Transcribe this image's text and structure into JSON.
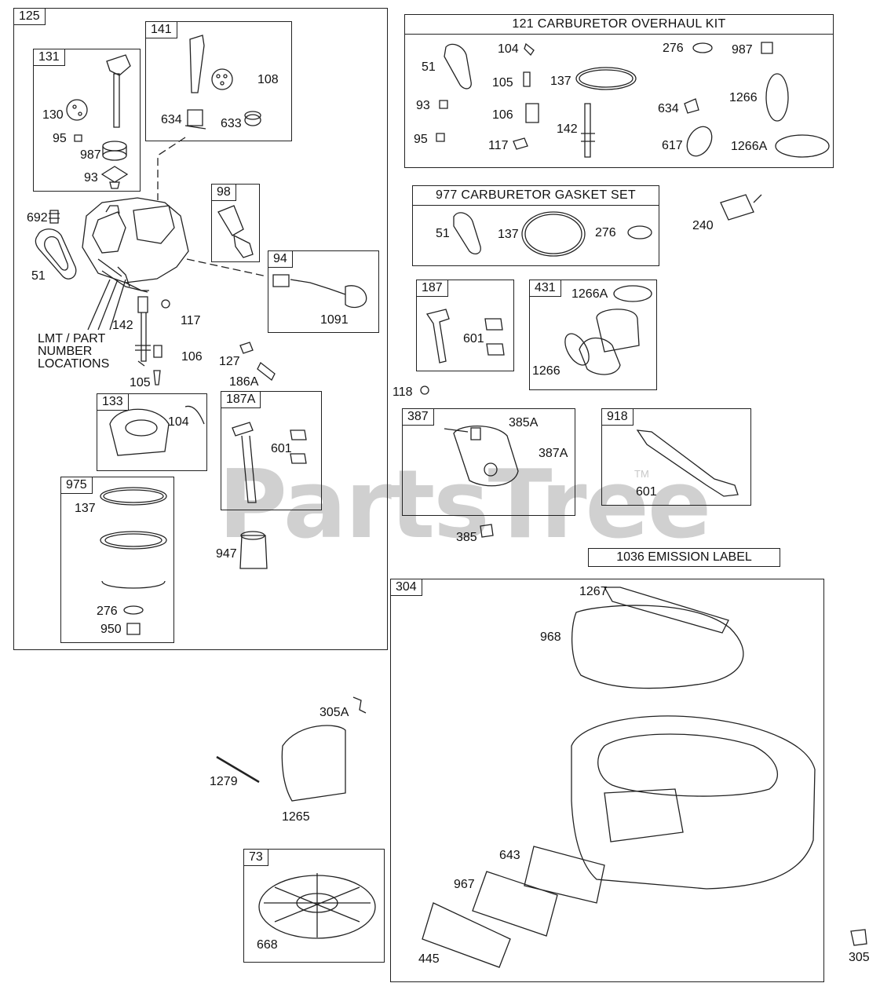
{
  "watermark": {
    "text": "PartsTree",
    "tm": "TM"
  },
  "groups": {
    "g125": "125",
    "g141": "141",
    "g131": "131",
    "g98": "98",
    "g94": "94",
    "g133": "133",
    "g187A": "187A",
    "g975": "975",
    "g73": "73",
    "g187": "187",
    "g431": "431",
    "g387": "387",
    "g918": "918",
    "g304": "304"
  },
  "kits": {
    "overhaul": "121 CARBURETOR OVERHAUL KIT",
    "gasket": "977 CARBURETOR GASKET SET",
    "emission": "1036 EMISSION LABEL"
  },
  "note": {
    "line1": "LMT / PART",
    "line2": "NUMBER",
    "line3": "LOCATIONS"
  },
  "parts": {
    "p108": "108",
    "p634a": "634",
    "p633": "633",
    "p130": "130",
    "p95a": "95",
    "p987a": "987",
    "p93a": "93",
    "p692": "692",
    "p51a": "51",
    "p142a": "142",
    "p117a": "117",
    "p106a": "106",
    "p105a": "105",
    "p127": "127",
    "p186A": "186A",
    "p1091": "1091",
    "p104a": "104",
    "p601a": "601",
    "p137a": "137",
    "p276a": "276",
    "p950": "950",
    "p947": "947",
    "o104": "104",
    "o276": "276",
    "o987": "987",
    "o51": "51",
    "o105": "105",
    "o137": "137",
    "o1266": "1266",
    "o93": "93",
    "o106": "106",
    "o634": "634",
    "o95": "95",
    "o117": "117",
    "o142": "142",
    "o617": "617",
    "o1266A": "1266A",
    "g51": "51",
    "g137": "137",
    "g276": "276",
    "p240": "240",
    "p601b": "601",
    "p1266A": "1266A",
    "p1266": "1266",
    "p118": "118",
    "p385A": "385A",
    "p387A": "387A",
    "p385": "385",
    "p601c": "601",
    "p1267": "1267",
    "p968": "968",
    "p305A": "305A",
    "p1279": "1279",
    "p1265": "1265",
    "p668": "668",
    "p643": "643",
    "p967": "967",
    "p445": "445",
    "p305": "305"
  }
}
